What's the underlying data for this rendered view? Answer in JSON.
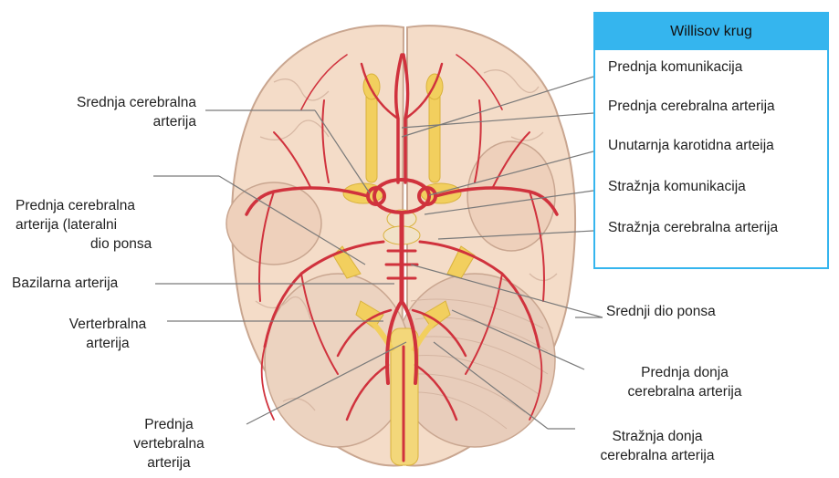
{
  "willis_box": {
    "title": "Willisov krug",
    "items": [
      "Prednja komunikacija",
      "Prednja cerebralna arterija",
      "Unutarnja karotidna arteija",
      "Stražnja komunikacija",
      "Stražnja cerebralna arterija"
    ]
  },
  "left_labels": {
    "srednja_cerebralna_1": "Srednja cerebralna",
    "srednja_cerebralna_2": "arterija",
    "prednja_cerebralna_1": "Prednja cerebralna",
    "prednja_cerebralna_2": "arterija (lateralni",
    "prednja_cerebralna_3": "dio ponsa",
    "bazilarna": "Bazilarna arterija",
    "verterbralna_1": "Verterbralna",
    "verterbralna_2": "arterija",
    "prednja_vertebralna_1": "Prednja",
    "prednja_vertebralna_2": "vertebralna",
    "prednja_vertebralna_3": "arterija"
  },
  "right_labels": {
    "srednji_dio_ponsa": "Srednji dio ponsa",
    "prednja_donja_1": "Prednja donja",
    "prednja_donja_2": "cerebralna arterija",
    "straznja_donja_1": "Stražnja donja",
    "straznja_donja_2": "cerebralna arterija"
  },
  "colors": {
    "brain_fill": "#f4dcc8",
    "brain_outline": "#c9a690",
    "artery": "#d0323d",
    "nerve": "#f2cf5e",
    "accent": "#35b5ee",
    "leader_line": "#7a7a7a"
  }
}
